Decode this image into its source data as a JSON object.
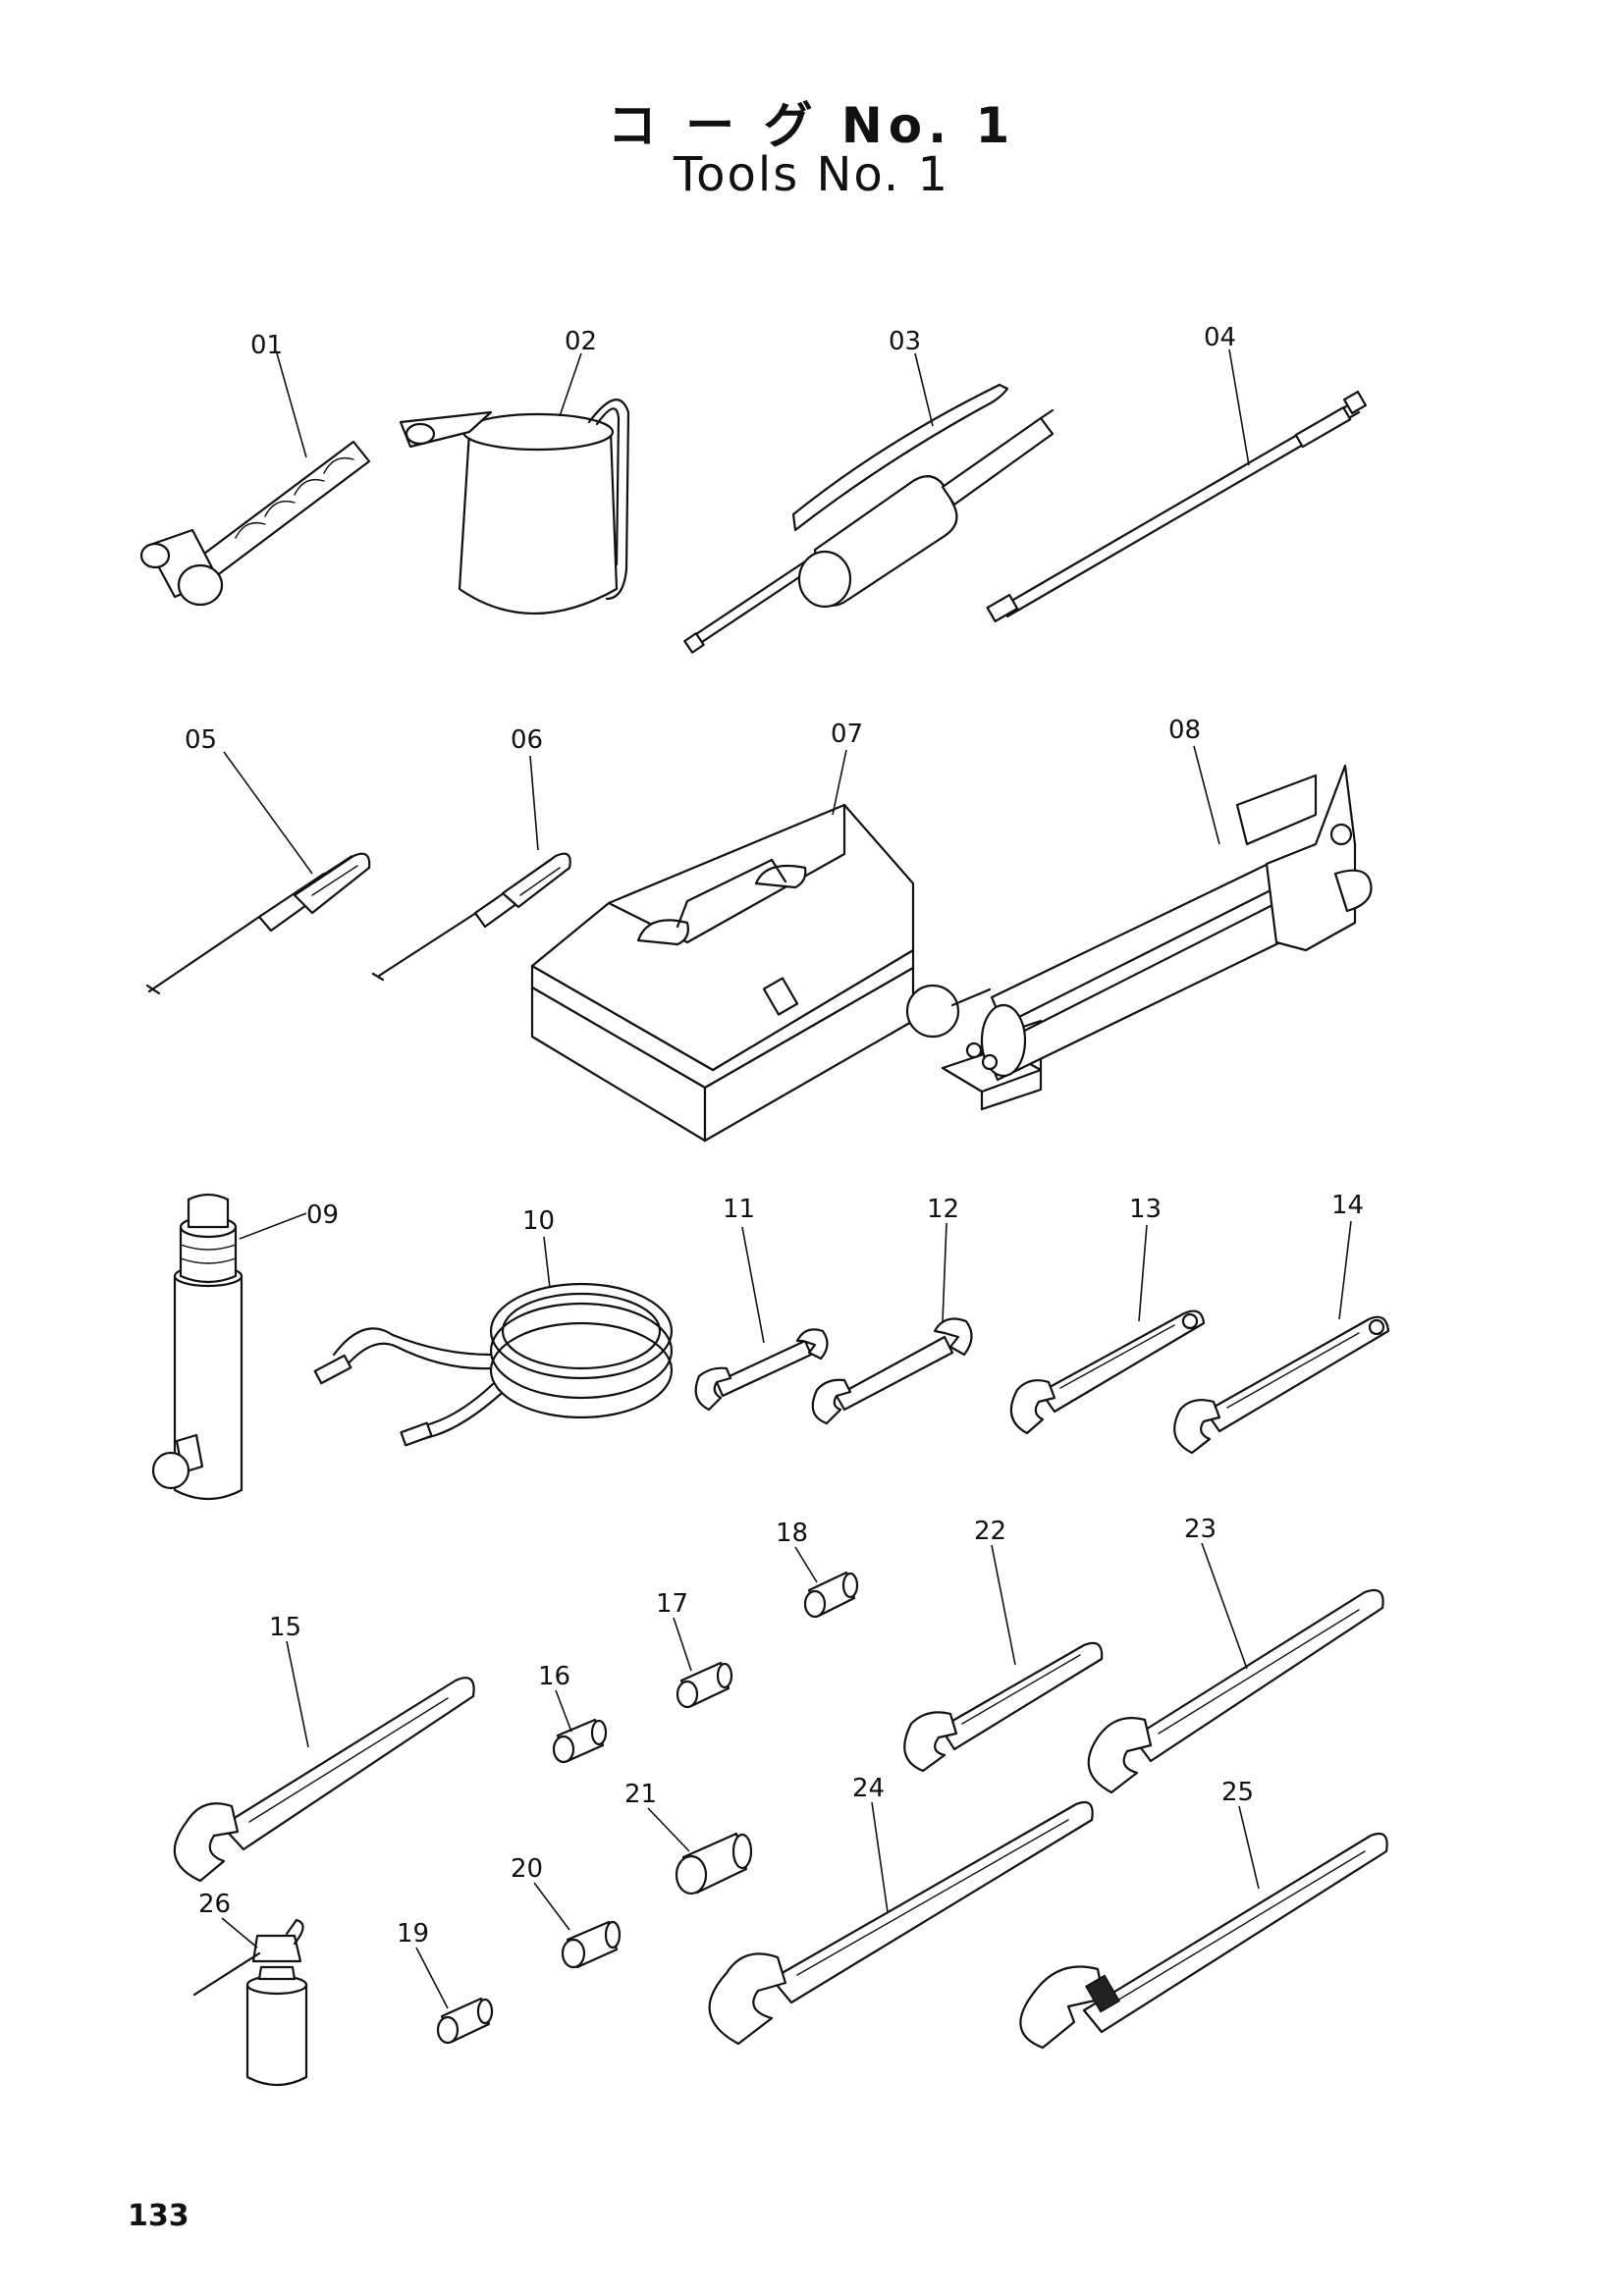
{
  "title": {
    "japanese": "コ ー グ No. 1",
    "english": "Tools No. 1"
  },
  "page_number": "133",
  "items": [
    {
      "number": "01",
      "icon": "ball-peen-hammer-icon"
    },
    {
      "number": "02",
      "icon": "oil-can-icon"
    },
    {
      "number": "03",
      "icon": "grease-gun-icon"
    },
    {
      "number": "04",
      "icon": "extension-rod-icon"
    },
    {
      "number": "05",
      "icon": "flat-screwdriver-icon"
    },
    {
      "number": "06",
      "icon": "phillips-screwdriver-icon"
    },
    {
      "number": "07",
      "icon": "tool-box-icon"
    },
    {
      "number": "08",
      "icon": "hydraulic-hand-pump-icon"
    },
    {
      "number": "09",
      "icon": "hydraulic-jack-cylinder-icon"
    },
    {
      "number": "10",
      "icon": "coiled-hose-icon"
    },
    {
      "number": "11",
      "icon": "double-open-end-wrench-icon"
    },
    {
      "number": "12",
      "icon": "double-open-end-wrench-icon"
    },
    {
      "number": "13",
      "icon": "single-open-end-wrench-icon"
    },
    {
      "number": "14",
      "icon": "single-open-end-wrench-icon"
    },
    {
      "number": "15",
      "icon": "large-open-end-wrench-icon"
    },
    {
      "number": "16",
      "icon": "socket-icon"
    },
    {
      "number": "17",
      "icon": "socket-icon"
    },
    {
      "number": "18",
      "icon": "socket-icon"
    },
    {
      "number": "19",
      "icon": "socket-icon"
    },
    {
      "number": "20",
      "icon": "socket-icon"
    },
    {
      "number": "21",
      "icon": "socket-icon"
    },
    {
      "number": "22",
      "icon": "single-open-end-wrench-icon"
    },
    {
      "number": "23",
      "icon": "large-open-end-wrench-icon"
    },
    {
      "number": "24",
      "icon": "large-open-end-wrench-icon"
    },
    {
      "number": "25",
      "icon": "adjustable-wrench-icon"
    },
    {
      "number": "26",
      "icon": "pump-oiler-icon"
    }
  ]
}
